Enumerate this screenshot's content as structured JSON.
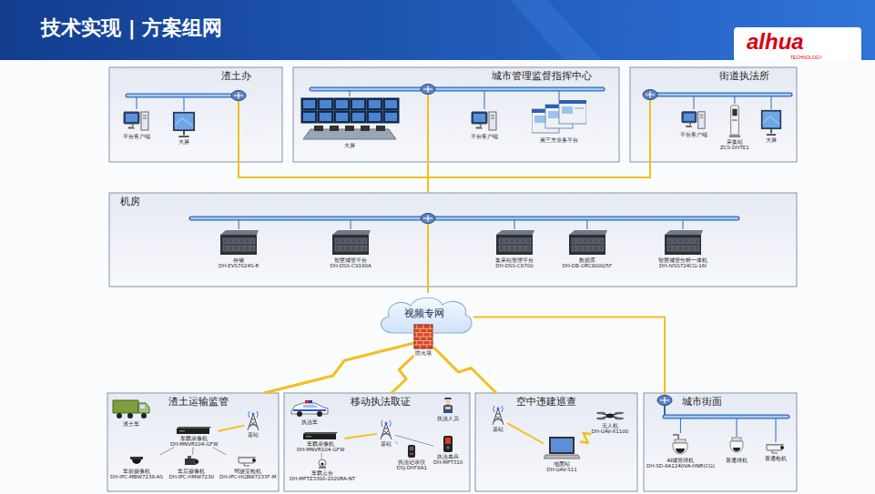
{
  "diagram": {
    "title": "技术实现 | 方案组网",
    "nodes": [
      {
        "text": [
          "渣土办"
        ]
      },
      {
        "text": [
          "平台客户端"
        ],
        "in": 0
      },
      {
        "text": [
          "大屏"
        ],
        "in": 0
      },
      {
        "text": [
          "城市管理监督指挥中心"
        ]
      },
      {
        "text": [
          "大屏"
        ],
        "in": 3
      },
      {
        "text": [
          "平台客户端"
        ],
        "in": 3
      },
      {
        "text": [
          "第三方业务平台"
        ],
        "in": 3
      },
      {
        "text": [
          "街道执法所"
        ]
      },
      {
        "text": [
          "平台客户端"
        ],
        "in": 7
      },
      {
        "text": [
          "采集站",
          "ZCS-DHTE1"
        ],
        "in": 7
      },
      {
        "text": [
          "大屏"
        ],
        "in": 7
      },
      {
        "text": [
          "机房"
        ]
      },
      {
        "text": [
          "存储",
          "DH-EVS7024S-R"
        ],
        "in": 11
      },
      {
        "text": [
          "智慧城管平台",
          "DH-DSS-C9190A"
        ],
        "in": 11
      },
      {
        "text": [
          "集采站管理平台",
          "DH-DSS-C8700"
        ],
        "in": 11
      },
      {
        "text": [
          "数据库",
          "DH-DB-ORC8000/5F"
        ],
        "in": 11
      },
      {
        "text": [
          "智慧城管分析一体机",
          "DH-IVSS724CG-16I"
        ],
        "in": 11
      },
      {
        "text": [
          "视频专网"
        ]
      },
      {
        "text": [
          "防火墙"
        ]
      },
      {
        "text": [
          "渣土运输监管"
        ]
      },
      {
        "text": [
          "渣土车"
        ],
        "in": 19
      },
      {
        "text": [
          "车载录像机",
          "DH-MNVR104-GFW"
        ],
        "in": 19
      },
      {
        "text": [
          "基站"
        ],
        "in": 19
      },
      {
        "text": [
          "车前摄像机",
          "DH-IPC-MBW7238-AS"
        ],
        "in": 19
      },
      {
        "text": [
          "车后摄像机",
          "DH-IPC-HMW7230"
        ],
        "in": 19
      },
      {
        "text": [
          "驾驶室枪机",
          "DH-IPC-HGBW7233F-M"
        ],
        "in": 19
      },
      {
        "text": [
          "移动执法取证"
        ]
      },
      {
        "text": [
          "执法车"
        ],
        "in": 26
      },
      {
        "text": [
          "车载录像机",
          "DH-MNVR104-GFW"
        ],
        "in": 26
      },
      {
        "text": [
          "基站"
        ],
        "in": 26
      },
      {
        "text": [
          "执法人员"
        ],
        "in": 26
      },
      {
        "text": [
          "车载云台",
          "DH-MPTZ3300-2020RA-NT"
        ],
        "in": 26
      },
      {
        "text": [
          "执法记录仪",
          "DSJ-DHF8A1"
        ],
        "in": 26
      },
      {
        "text": [
          "执法单兵",
          "DH-MPT310"
        ],
        "in": 26
      },
      {
        "text": [
          "空中违建巡查"
        ]
      },
      {
        "text": [
          "基站"
        ],
        "in": 34
      },
      {
        "text": [
          "无人机",
          "DH-UAV-X1100"
        ],
        "in": 34
      },
      {
        "text": [
          "地面站",
          "DH-UAV-S11"
        ],
        "in": 34
      },
      {
        "text": [
          "城市街面"
        ]
      },
      {
        "text": [
          "AI城管球机",
          "DH-SD-8A1240VA-HNR(CG)"
        ],
        "in": 38
      },
      {
        "text": [
          "普通球机"
        ],
        "in": 38
      },
      {
        "text": [
          "普通枪机"
        ],
        "in": 38
      }
    ],
    "edges": [
      {
        "from": 0,
        "to": 11,
        "arrow": "none"
      },
      {
        "from": 3,
        "to": 11,
        "arrow": "none"
      },
      {
        "from": 7,
        "to": 11,
        "arrow": "none"
      },
      {
        "from": 11,
        "to": 17,
        "arrow": "none"
      },
      {
        "from": 17,
        "to": 38,
        "arrow": "none"
      },
      {
        "from": 18,
        "to": 19,
        "arrow": "none"
      },
      {
        "from": 18,
        "to": 26,
        "arrow": "none"
      },
      {
        "from": 18,
        "to": 34,
        "arrow": "none"
      },
      {
        "from": 21,
        "to": 22,
        "arrow": "none"
      },
      {
        "from": 21,
        "to": 23,
        "arrow": "none"
      },
      {
        "from": 21,
        "to": 24,
        "arrow": "none"
      },
      {
        "from": 21,
        "to": 25,
        "arrow": "none"
      },
      {
        "from": 28,
        "to": 29,
        "arrow": "none"
      },
      {
        "from": 28,
        "to": 31,
        "arrow": "none"
      },
      {
        "from": 29,
        "to": 32,
        "arrow": "none"
      },
      {
        "from": 29,
        "to": 33,
        "arrow": "none"
      },
      {
        "from": 37,
        "to": 35,
        "arrow": "none"
      },
      {
        "from": 37,
        "to": 36,
        "arrow": "none"
      }
    ],
    "labels": [
      "alhua",
      "TECHNOLOGY"
    ]
  }
}
